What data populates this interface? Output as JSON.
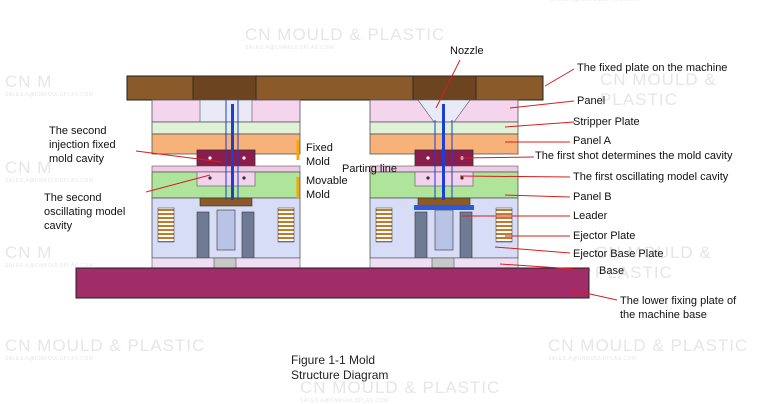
{
  "watermark": {
    "brand": "CN MOULD & PLASTIC",
    "email": "SALES.A@CNMOULDPLAS.COM",
    "short": "CN M"
  },
  "labels": {
    "nozzle": "Nozzle",
    "fixed_plate_machine": "The fixed plate on the machine",
    "panel": "Panel",
    "stripper_plate": "Stripper Plate",
    "panel_a": "Panel A",
    "first_shot": "The first shot determines the mold cavity",
    "first_oscillating": "The first oscillating model cavity",
    "panel_b": "Panel B",
    "leader": "Leader",
    "ejector_plate": "Ejector Plate",
    "ejector_base_plate": "Ejector Base Plate",
    "base": "Base",
    "lower_fixing_plate": "The lower fixing plate of\nthe machine base",
    "second_injection": "The second\ninjection fixed\nmold cavity",
    "second_oscillating": "The second\noscillating model\ncavity",
    "fixed_mold": "Fixed\nMold",
    "parting_line": "Parting line",
    "movable_mold": "Movable\nMold"
  },
  "caption": "Figure 1-1 Mold\nStructure Diagram",
  "colors": {
    "top_plate": "#8b5a2b",
    "panel": "#f5d5ee",
    "stripper": "#dff2d8",
    "panel_a": "#f7b27a",
    "cavity": "#8b1d4d",
    "panel_b": "#aee59a",
    "ejector": "#d8ddf7",
    "base_plate": "#a02c6a",
    "leader_lines": "#d81e1e",
    "mold_bracket": "#f6a800"
  }
}
